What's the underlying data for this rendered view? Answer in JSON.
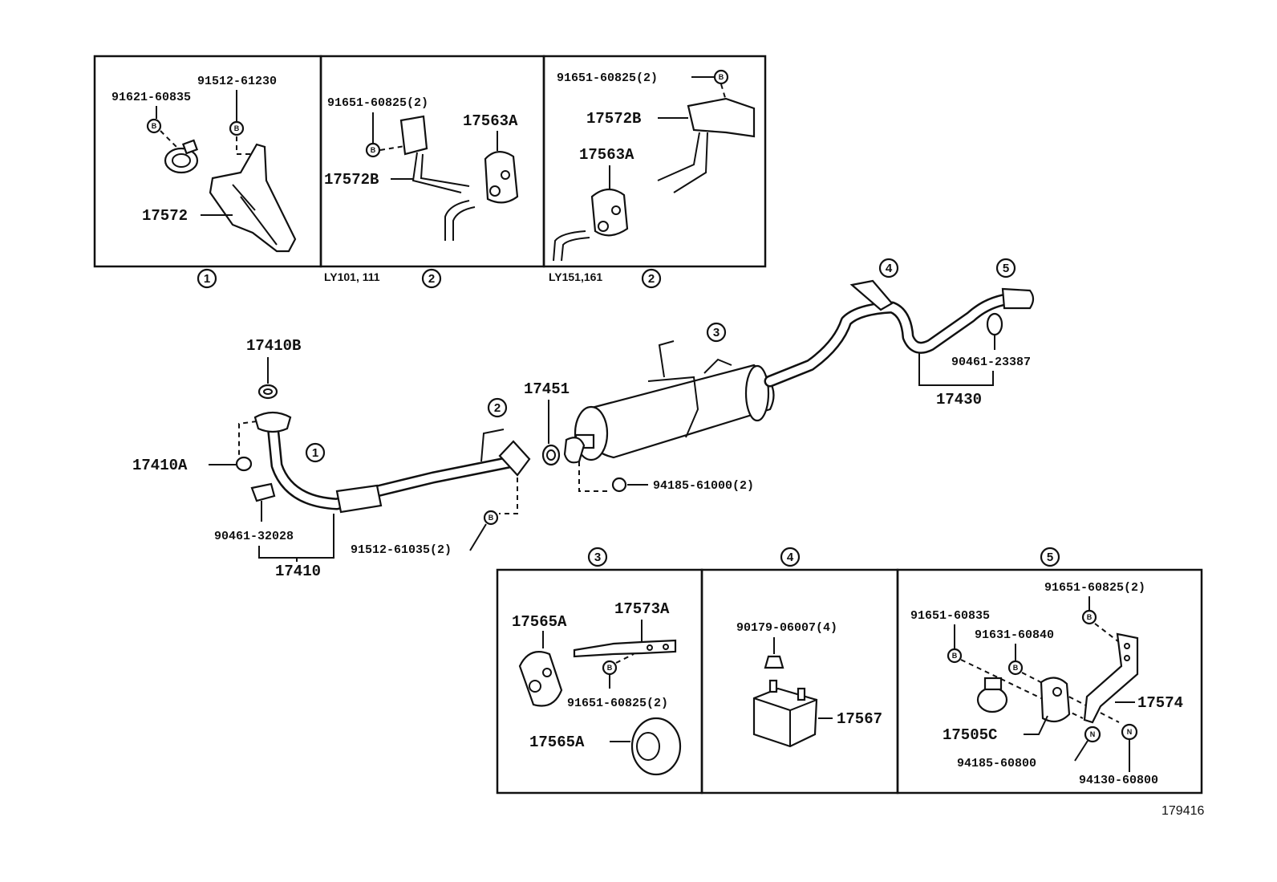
{
  "diagram_ref": "179416",
  "markers": {
    "bolt": "B",
    "nut": "N"
  },
  "box1": {
    "callout": "1",
    "labels": {
      "clamp_bolt": "91621-60835",
      "bracket_bolt": "91512-61230",
      "bracket": "17572"
    }
  },
  "box2a": {
    "callout": "2",
    "model": "LY101, 111",
    "labels": {
      "bolt": "91651-60825(2)",
      "hanger": "17563A",
      "bracket": "17572B"
    }
  },
  "box2b": {
    "callout": "2",
    "model": "LY151,161",
    "labels": {
      "bolt": "91651-60825(2)",
      "bracket": "17572B",
      "hanger": "17563A"
    }
  },
  "main": {
    "callouts": {
      "c1": "1",
      "c2": "2",
      "c3": "3",
      "c4": "4",
      "c5": "5"
    },
    "labels": {
      "gasket_top": "17410B",
      "gasket_side": "17410A",
      "clamp": "90461-32028",
      "front_pipe": "17410",
      "flange_bolt": "91512-61035(2)",
      "gasket": "17451",
      "nut": "94185-61000(2)",
      "tail_clamp": "90461-23387",
      "tail_pipe": "17430"
    }
  },
  "box3": {
    "callout": "3",
    "labels": {
      "hanger_a": "17565A",
      "bracket": "17573A",
      "bolt": "91651-60825(2)",
      "hanger_b": "17565A"
    }
  },
  "box4": {
    "callout": "4",
    "labels": {
      "nut": "90179-06007(4)",
      "mount": "17567"
    }
  },
  "box5": {
    "callout": "5",
    "labels": {
      "bolt_top": "91651-60825(2)",
      "bolt_left": "91651-60835",
      "bolt_mid": "91631-60840",
      "bracket": "17574",
      "hanger": "17505C",
      "nut_a": "94185-60800",
      "nut_b": "94130-60800"
    }
  }
}
